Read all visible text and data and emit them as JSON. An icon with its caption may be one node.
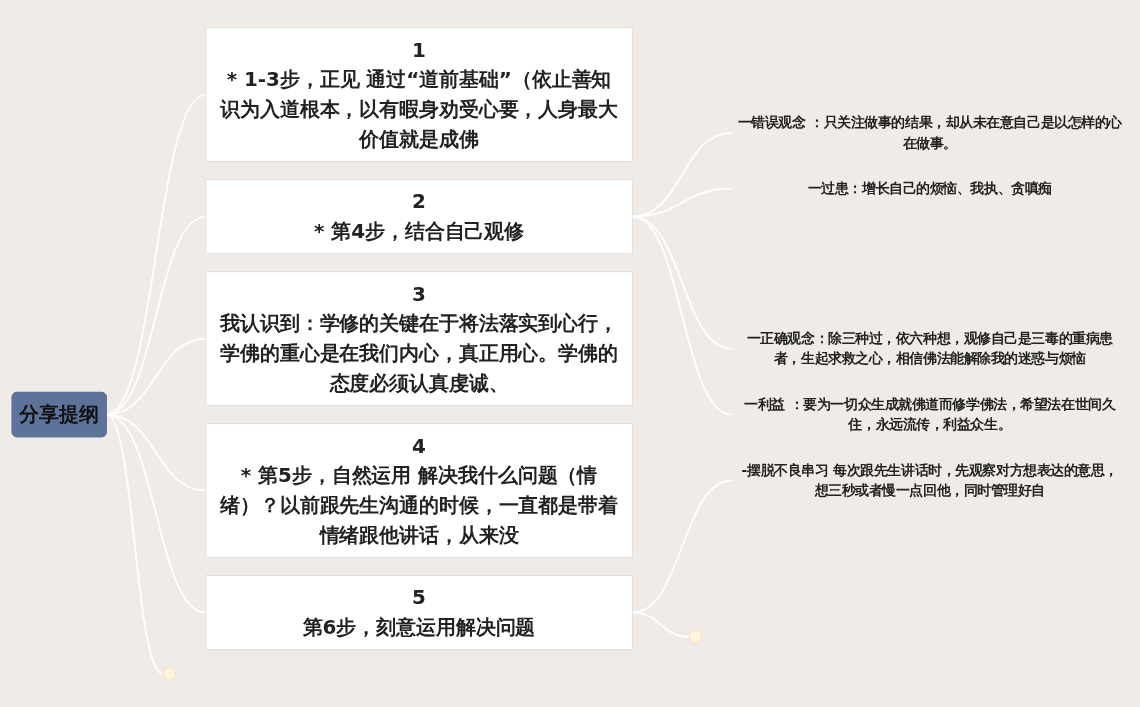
{
  "diagram": {
    "nodes": [
      {
        "text": [
          "分享提纲"
        ]
      },
      {
        "text": [
          "1",
          "* 1-3步，正见 通过“道前基础”（依止善知识为入道根本，以有暇身劝受心要，人身最大价值就是成佛"
        ]
      },
      {
        "text": [
          "2",
          "* 第4步，结合自己观修"
        ]
      },
      {
        "text": [
          "一错误观念 ：只关注做事的结果，却从未在意自己是以怎样的心在做事。"
        ]
      },
      {
        "text": [
          "一过患：增长自己的烦恼、我执、贪嗔痴"
        ]
      },
      {
        "text": [
          "一正确观念：除三种过，依六种想，观修自己是三毒的重病患者，生起求救之心，相信佛法能解除我的迷惑与烦恼"
        ]
      },
      {
        "text": [
          "一利益 ：要为一切众生成就佛道而修学佛法，希望法在世间久住，永远流传，利益众生。"
        ]
      },
      {
        "text": [
          "3",
          "我认识到：学修的关键在于将法落实到心行，学佛的重心是在我们内心，真正用心。学佛的态度必须认真虔诚、"
        ]
      },
      {
        "text": [
          "4",
          "* 第5步，自然运用 解决我什么问题（情绪）？以前跟先生沟通的时候，一直都是带着情绪跟他讲话，从来没"
        ]
      },
      {
        "text": [
          "5",
          "第6步，刻意运用解决问题"
        ]
      },
      {
        "text": [
          "-摆脱不良串习 每次跟先生讲话时，先观察对方想表达的意思，想三秒或者慢一点回他，同时管理好自"
        ]
      }
    ],
    "edges": [
      {
        "from": 0,
        "to": 1,
        "arrow": "none"
      },
      {
        "from": 0,
        "to": 2,
        "arrow": "none"
      },
      {
        "from": 2,
        "to": 3,
        "arrow": "none"
      },
      {
        "from": 2,
        "to": 4,
        "arrow": "none"
      },
      {
        "from": 2,
        "to": 5,
        "arrow": "none"
      },
      {
        "from": 2,
        "to": 6,
        "arrow": "none"
      },
      {
        "from": 0,
        "to": 7,
        "arrow": "none"
      },
      {
        "from": 0,
        "to": 8,
        "arrow": "none"
      },
      {
        "from": 0,
        "to": 9,
        "arrow": "none"
      },
      {
        "from": 9,
        "to": 10,
        "arrow": "none"
      },
      {
        "from": 9,
        "to": null,
        "arrow": "none"
      },
      {
        "from": 0,
        "to": null,
        "arrow": "none"
      }
    ]
  }
}
